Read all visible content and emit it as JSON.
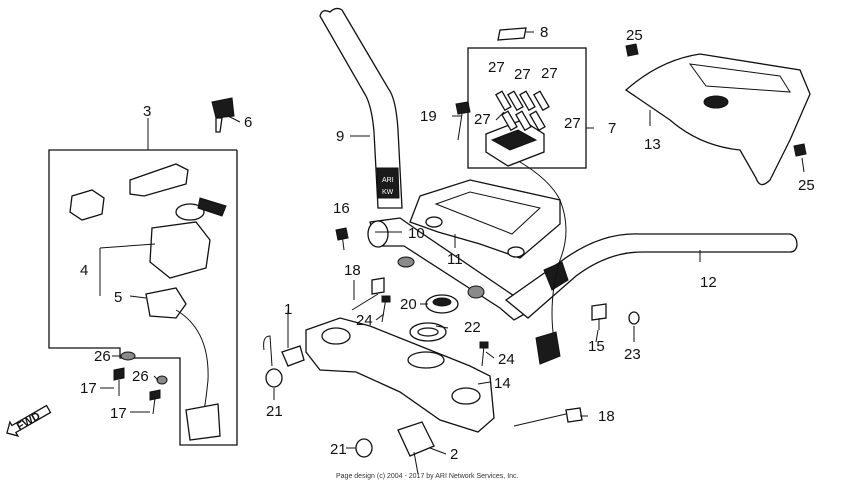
{
  "colors": {
    "line": "#111111",
    "background": "#ffffff"
  },
  "direction": {
    "label": "FWD"
  },
  "labels": {
    "p1": "1",
    "p2": "2",
    "p3": "3",
    "p4": "4",
    "p5": "5",
    "p6": "6",
    "p7": "7",
    "p8": "8",
    "p9": "9",
    "p10": "10",
    "p11": "11",
    "p12": "12",
    "p13": "13",
    "p14": "14",
    "p15": "15",
    "p16": "16",
    "p17a": "17",
    "p17b": "17",
    "p18a": "18",
    "p18b": "18",
    "p19": "19",
    "p20": "20",
    "p21a": "21",
    "p21b": "21",
    "p22": "22",
    "p23": "23",
    "p24a": "24",
    "p24b": "24",
    "p25a": "25",
    "p25b": "25",
    "p26a": "26",
    "p26b": "26",
    "p27a": "27",
    "p27b": "27",
    "p27c": "27",
    "p27d": "27",
    "p27e": "27"
  },
  "footer": {
    "copyright": "Page design (c) 2004 - 2017 by ARI Network Services, Inc."
  }
}
